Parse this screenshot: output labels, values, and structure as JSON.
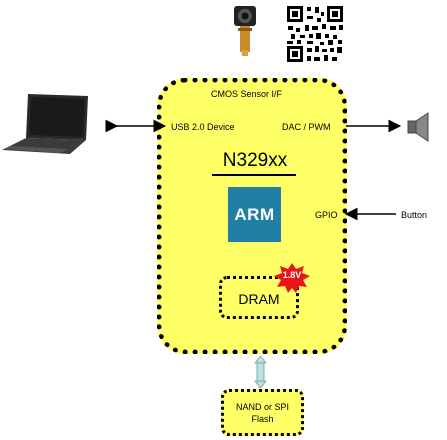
{
  "diagram": {
    "chip_name": "N329xx",
    "cpu_label": "ARM",
    "dram_label": "DRAM",
    "voltage_badge": "1.8V",
    "interfaces": {
      "cmos": "CMOS Sensor I/F",
      "usb": "USB 2.0 Device",
      "dac": "DAC / PWM",
      "gpio": "GPIO"
    },
    "external": {
      "button": "Button",
      "flash_line1": "NAND or SPI",
      "flash_line2": "Flash"
    },
    "colors": {
      "chip_fill": "#ffff66",
      "arm_fill": "#1f7fa5",
      "badge_fill": "#e8161b",
      "connector": "#bfe0e0"
    }
  }
}
